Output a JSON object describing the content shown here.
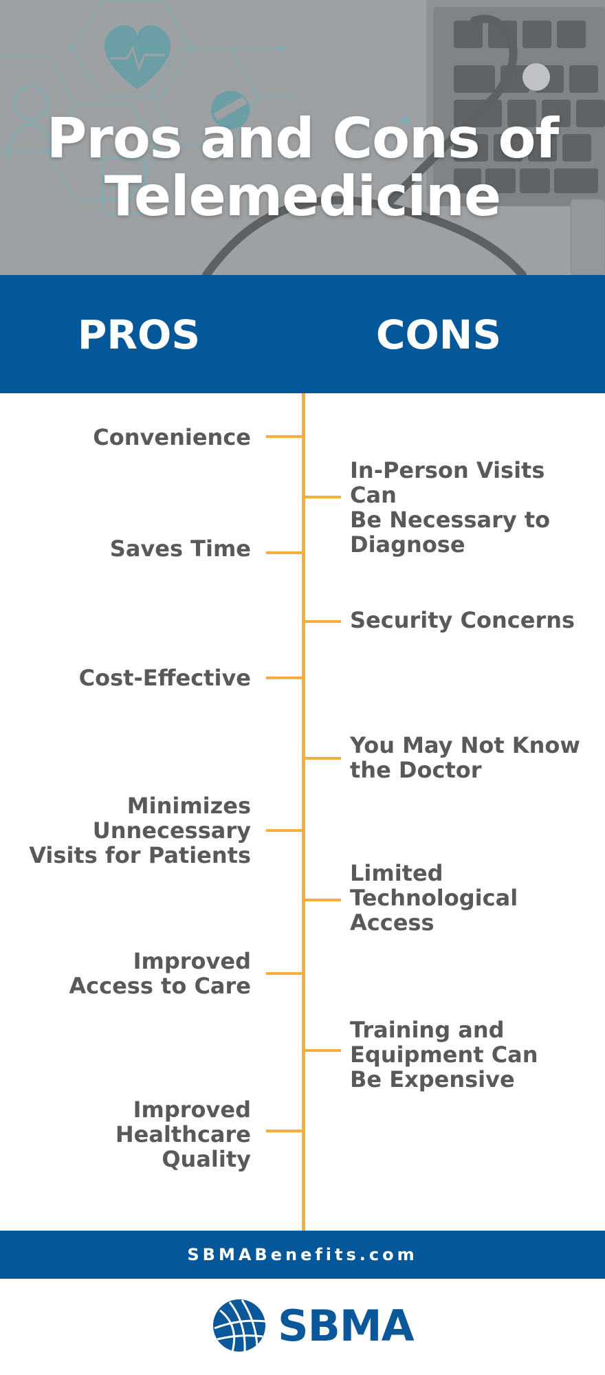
{
  "hero": {
    "title_line1": "Pros and Cons of",
    "title_line2": "Telemedicine"
  },
  "columns": {
    "pros_label": "PROS",
    "cons_label": "CONS"
  },
  "pros": [
    {
      "lines": [
        "Convenience"
      ]
    },
    {
      "lines": [
        "Saves Time"
      ]
    },
    {
      "lines": [
        "Cost-Effective"
      ]
    },
    {
      "lines": [
        "Minimizes",
        "Unnecessary",
        "Visits for Patients"
      ]
    },
    {
      "lines": [
        "Improved",
        "Access to Care"
      ]
    },
    {
      "lines": [
        "Improved",
        "Healthcare",
        "Quality"
      ]
    }
  ],
  "cons": [
    {
      "lines": [
        "In-Person Visits Can",
        "Be Necessary to",
        "Diagnose"
      ]
    },
    {
      "lines": [
        "Security Concerns"
      ]
    },
    {
      "lines": [
        "You May Not Know",
        "the Doctor"
      ]
    },
    {
      "lines": [
        "Limited",
        "Technological",
        "Access"
      ]
    },
    {
      "lines": [
        "Training and",
        "Equipment Can",
        "Be Expensive"
      ]
    }
  ],
  "footer": {
    "url": "SBMABenefits.com",
    "logo_text": "SBMA"
  },
  "colors": {
    "blue": "#04589a",
    "orange": "#f6ae3a",
    "text_gray": "#595959"
  },
  "icons": [
    "heart-pulse-icon",
    "doctor-icon",
    "pill-icon",
    "clipboard-icon",
    "stethoscope-icon",
    "keyboard-icon",
    "globe-logo-icon"
  ]
}
